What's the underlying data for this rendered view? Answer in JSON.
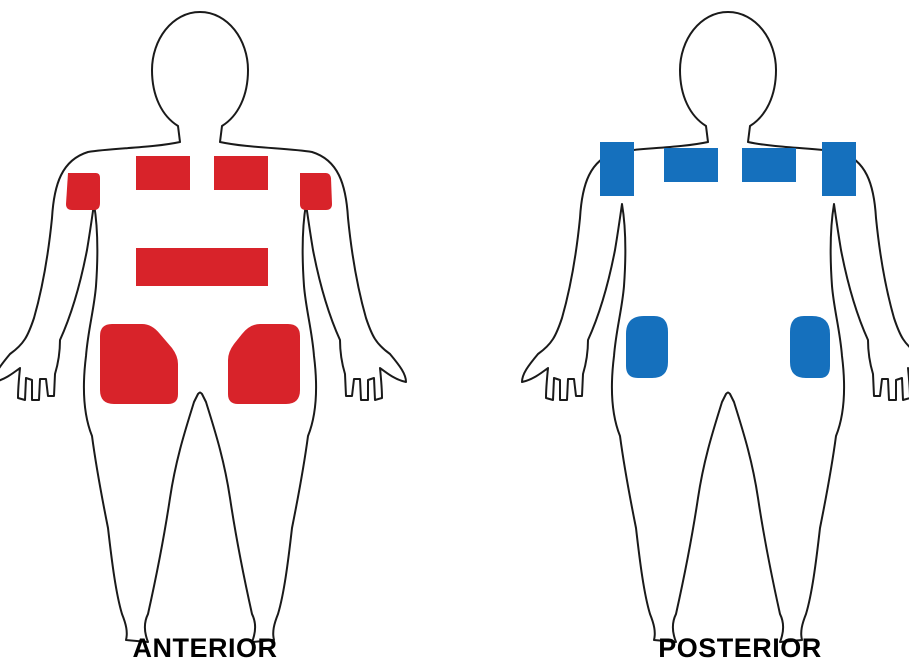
{
  "figure": {
    "views": [
      {
        "id": "anterior",
        "label": "ANTERIOR",
        "color": "#d8232a",
        "regions": [
          "left-upper-arm",
          "right-upper-arm",
          "upper-chest-left",
          "upper-chest-right",
          "abdomen",
          "left-thigh",
          "right-thigh"
        ]
      },
      {
        "id": "posterior",
        "label": "POSTERIOR",
        "color": "#1570bd",
        "regions": [
          "left-upper-arm",
          "right-upper-arm",
          "upper-back-left",
          "upper-back-right",
          "left-buttock",
          "right-buttock"
        ]
      }
    ],
    "outline_color": "#1a1a1a",
    "background": "#ffffff"
  }
}
